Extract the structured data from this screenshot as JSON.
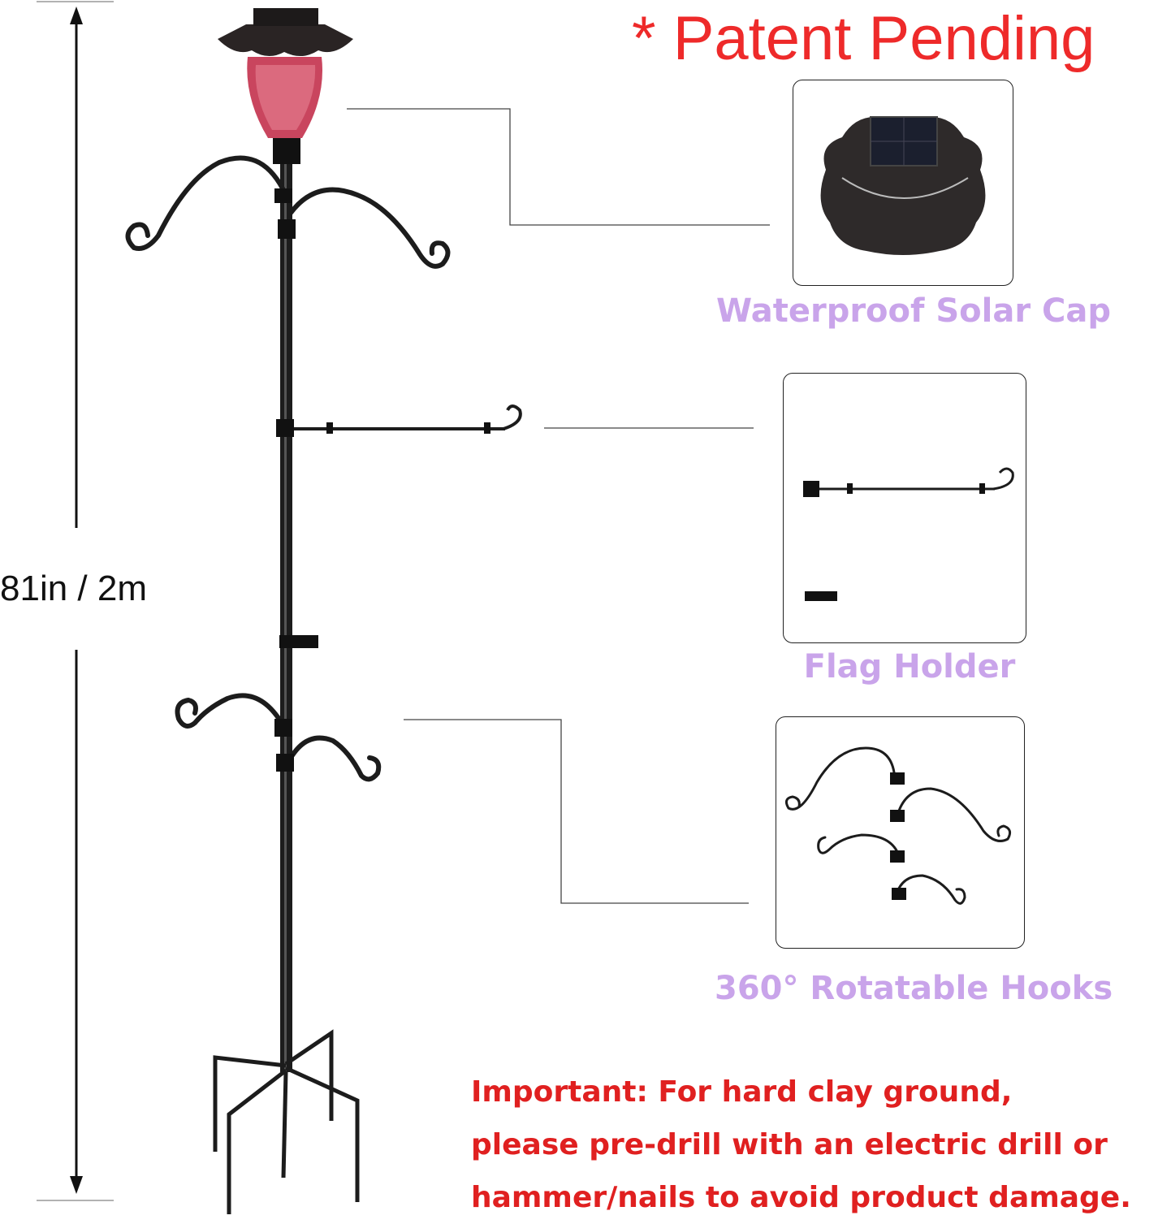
{
  "header": {
    "patent_text": "* Patent Pending"
  },
  "dimension": {
    "height_label": "81in / 2m"
  },
  "features": [
    {
      "label": "Waterproof Solar Cap",
      "icon": "solar-cap-icon"
    },
    {
      "label": "Flag Holder",
      "icon": "flag-holder-icon"
    },
    {
      "label": "360° Rotatable Hooks",
      "icon": "rotatable-hooks-icon"
    }
  ],
  "notice": {
    "lines": [
      "Important: For hard clay ground,",
      "please pre-drill with an electric drill or",
      "hammer/nails to avoid product damage."
    ]
  },
  "colors": {
    "patent": "#ee2a2a",
    "caption": "#c9a4ea",
    "notice": "#e02020",
    "metal": "#1c1c1c"
  }
}
